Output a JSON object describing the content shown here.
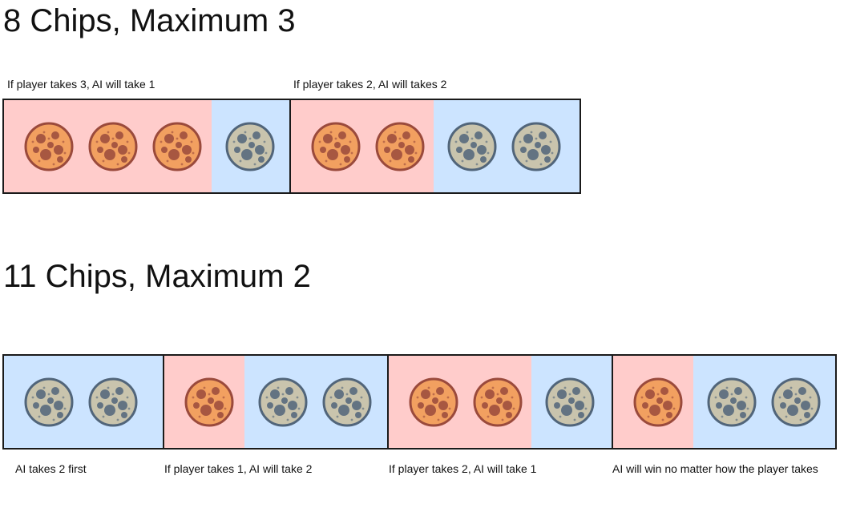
{
  "colors": {
    "player": "#ffcccb",
    "ai": "#cce4ff",
    "border": "#1a1a1a",
    "orange_chip": "#f2a060",
    "orange_chip_dark": "#9a4a3c",
    "grey_chip": "#c9c4ad",
    "grey_chip_dark": "#51657a"
  },
  "sections": [
    {
      "title": "8 Chips, Maximum 3",
      "boxes": [
        {
          "label": "If player takes 3, AI will take 1",
          "cells": [
            {
              "owner": "player",
              "chips": 3,
              "chip_icon": "orange-cookie-icon"
            },
            {
              "owner": "ai",
              "chips": 1,
              "chip_icon": "grey-cookie-icon"
            }
          ]
        },
        {
          "label": "If player takes 2, AI will takes 2",
          "cells": [
            {
              "owner": "player",
              "chips": 2,
              "chip_icon": "orange-cookie-icon"
            },
            {
              "owner": "ai",
              "chips": 2,
              "chip_icon": "grey-cookie-icon"
            }
          ]
        }
      ]
    },
    {
      "title": "11 Chips, Maximum 2",
      "boxes": [
        {
          "label": "AI takes 2 first",
          "cells": [
            {
              "owner": "ai",
              "chips": 2,
              "chip_icon": "grey-cookie-icon"
            }
          ]
        },
        {
          "label": "If player takes 1, AI will take 2",
          "cells": [
            {
              "owner": "player",
              "chips": 1,
              "chip_icon": "orange-cookie-icon"
            },
            {
              "owner": "ai",
              "chips": 2,
              "chip_icon": "grey-cookie-icon"
            }
          ]
        },
        {
          "label": "If player takes 2, AI will take 1",
          "cells": [
            {
              "owner": "player",
              "chips": 2,
              "chip_icon": "orange-cookie-icon"
            },
            {
              "owner": "ai",
              "chips": 1,
              "chip_icon": "grey-cookie-icon"
            }
          ]
        },
        {
          "label": "AI will win no matter how the player takes",
          "cells": [
            {
              "owner": "player",
              "chips": 1,
              "chip_icon": "orange-cookie-icon"
            },
            {
              "owner": "ai",
              "chips": 2,
              "chip_icon": "grey-cookie-icon"
            }
          ]
        }
      ]
    }
  ]
}
